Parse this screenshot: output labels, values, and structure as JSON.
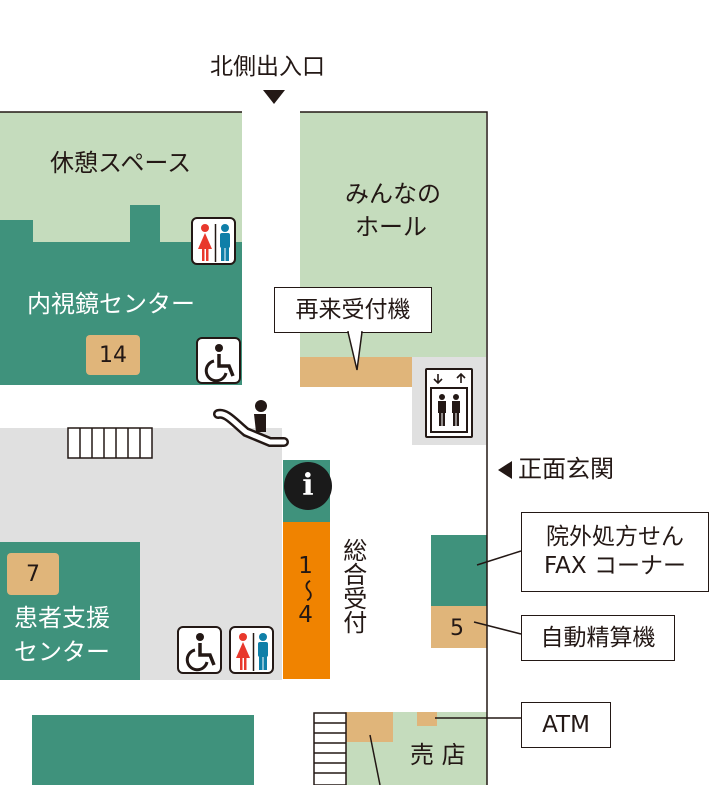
{
  "labels": {
    "north_entrance": "北側出入口",
    "rest_space": "休憩スペース",
    "minna_hall_1": "みんなの",
    "minna_hall_2": "ホール",
    "endoscope_center": "内視鏡センター",
    "reception_machine": "再来受付機",
    "main_entrance": "正面玄関",
    "patient_support_1": "患者支援",
    "patient_support_2": "センター",
    "general_reception": "総合受付",
    "general_reception_numbers": "1〜4",
    "outside_prescription_1": "院外処方せん",
    "outside_prescription_2": "FAX コーナー",
    "auto_payment": "自動精算機",
    "atm": "ATM",
    "shop": "売 店"
  },
  "numbers": {
    "endoscope": "14",
    "patient_support": "7",
    "payment": "5"
  },
  "icons": {
    "info": "i",
    "restroom": "restroom-icon",
    "wheelchair": "wheelchair-icon",
    "escalator": "escalator-icon",
    "elevator": "elevator-icon"
  },
  "colors": {
    "dark_green": "#3f927c",
    "light_green": "#c5dcbd",
    "gray": "#e0e0e0",
    "orange": "#f08300",
    "tan": "#e0b57a",
    "line": "#231815",
    "red": "#e8382c",
    "blue": "#0f7fa8"
  }
}
